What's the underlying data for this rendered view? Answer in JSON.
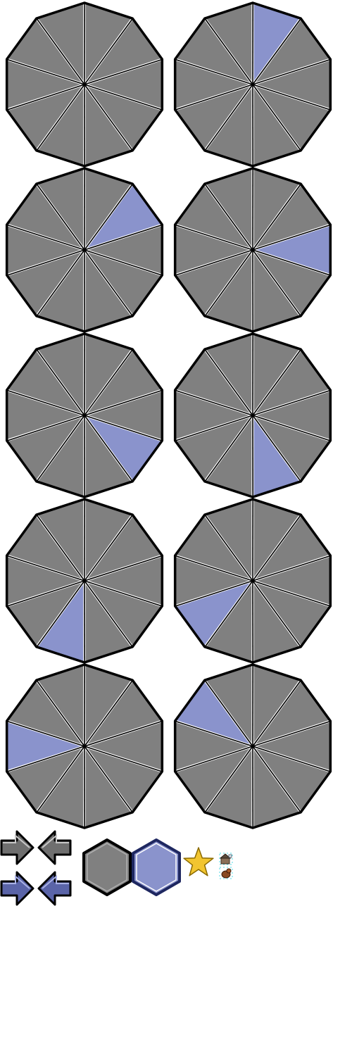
{
  "sheet": {
    "colors": {
      "background": "#ffffff",
      "segment_fill": "#808080",
      "segment_highlight": "#8a93cc",
      "outline": "#000000",
      "edge_light": "#ffffff",
      "hex_blue_border": "#1e2760",
      "star_fill": "#f2c530",
      "star_border": "#8a6a00"
    }
  },
  "selector_wheels": {
    "segment_count": 10,
    "wheels": [
      {
        "name": "wheel-none-selected",
        "selected_segment": null
      },
      {
        "name": "wheel-segment-1-selected",
        "selected_segment": 1
      },
      {
        "name": "wheel-segment-2-selected",
        "selected_segment": 2
      },
      {
        "name": "wheel-segment-3-selected",
        "selected_segment": 3
      },
      {
        "name": "wheel-segment-4-selected",
        "selected_segment": 4
      },
      {
        "name": "wheel-segment-5-selected",
        "selected_segment": 5
      },
      {
        "name": "wheel-segment-6-selected",
        "selected_segment": 6
      },
      {
        "name": "wheel-segment-7-selected",
        "selected_segment": 7
      },
      {
        "name": "wheel-segment-8-selected",
        "selected_segment": 8
      },
      {
        "name": "wheel-segment-9-selected",
        "selected_segment": 9
      }
    ]
  },
  "sprites": {
    "arrows": [
      {
        "name": "arrow-right-gray-icon",
        "direction": "right",
        "color": "gray"
      },
      {
        "name": "arrow-left-gray-icon",
        "direction": "left",
        "color": "gray"
      },
      {
        "name": "arrow-right-blue-icon",
        "direction": "right",
        "color": "blue"
      },
      {
        "name": "arrow-left-blue-icon",
        "direction": "left",
        "color": "blue"
      }
    ],
    "hexagons": [
      {
        "name": "hexagon-gray-icon",
        "color": "gray"
      },
      {
        "name": "hexagon-blue-icon",
        "color": "blue"
      }
    ],
    "star": {
      "name": "star-icon"
    },
    "small_icons": [
      {
        "name": "small-building-icon"
      },
      {
        "name": "small-creature-icon"
      }
    ]
  }
}
